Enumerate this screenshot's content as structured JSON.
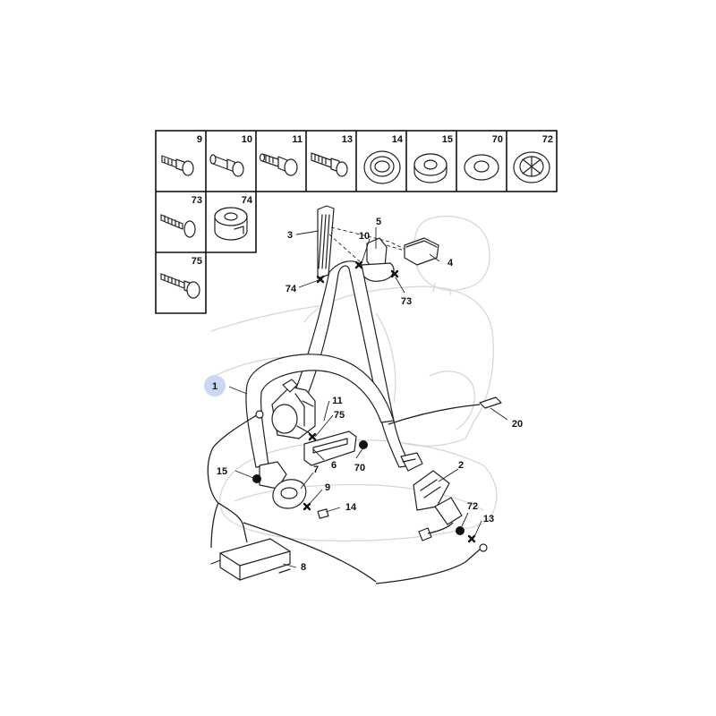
{
  "parts_table": {
    "row1": [
      "9",
      "10",
      "11",
      "13",
      "14",
      "15",
      "70",
      "72"
    ],
    "row2": [
      "73",
      "74"
    ],
    "row3": [
      "75"
    ]
  },
  "callouts": {
    "c1": "1",
    "c2": "2",
    "c3": "3",
    "c4": "4",
    "c5": "5",
    "c6": "6",
    "c7": "7",
    "c8": "8",
    "c9": "9",
    "c10": "10",
    "c11": "11",
    "c13": "13",
    "c14": "14",
    "c15": "15",
    "c20": "20",
    "c70": "70",
    "c72": "72",
    "c73": "73",
    "c74": "74",
    "c75": "75"
  },
  "colors": {
    "highlight": "#c9d9f2",
    "ink": "#222222",
    "seat_outline": "#d9d4cf"
  }
}
